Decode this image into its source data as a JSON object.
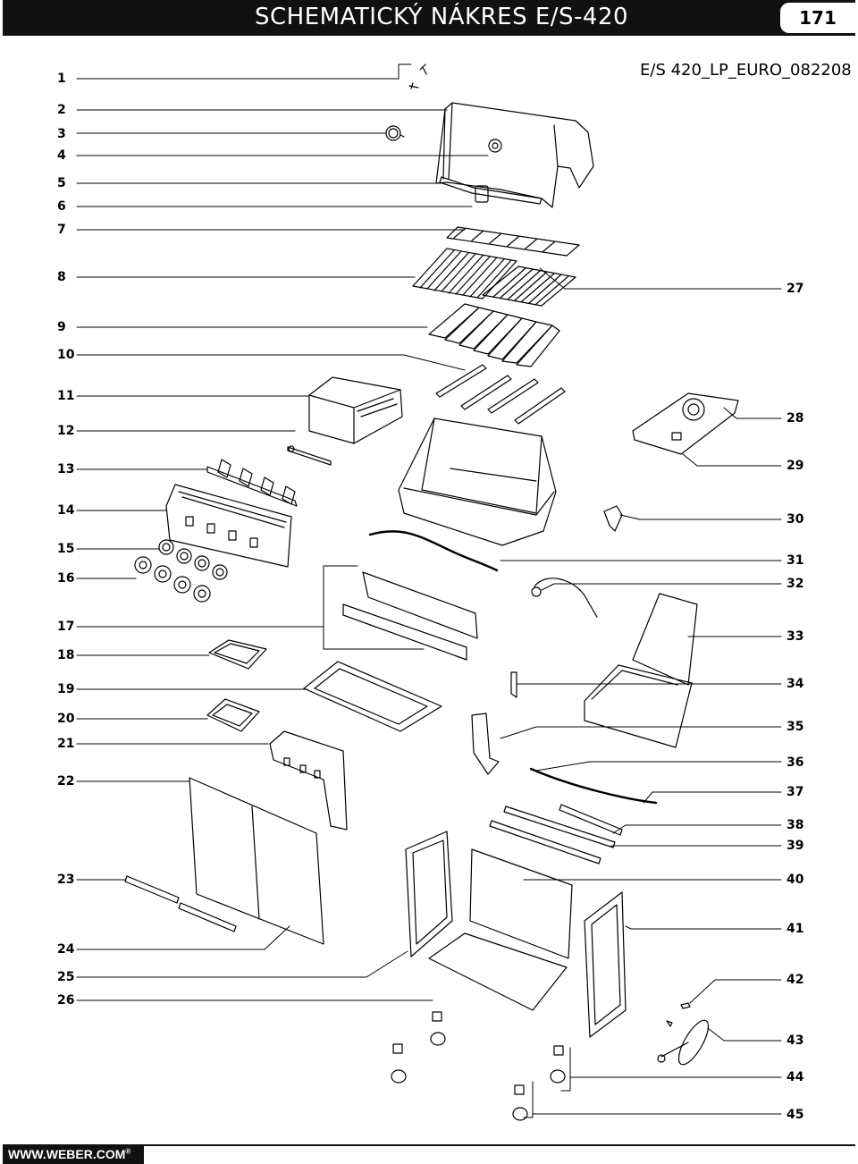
{
  "header": {
    "title": "SCHEMATICKÝ NÁKRES E/S-420",
    "page_number": "171"
  },
  "model_code": "E/S 420_LP_EURO_082208",
  "left_labels": [
    "1",
    "2",
    "3",
    "4",
    "5",
    "6",
    "7",
    "8",
    "9",
    "10",
    "11",
    "12",
    "13",
    "14",
    "15",
    "16",
    "17",
    "18",
    "19",
    "20",
    "21",
    "22",
    "23",
    "24",
    "25",
    "26"
  ],
  "right_labels": [
    "27",
    "28",
    "29",
    "30",
    "31",
    "32",
    "33",
    "34",
    "35",
    "36",
    "37",
    "38",
    "39",
    "40",
    "41",
    "42",
    "43",
    "44",
    "45"
  ],
  "footer": {
    "url": "WWW.WEBER.COM",
    "trademark": "®"
  }
}
